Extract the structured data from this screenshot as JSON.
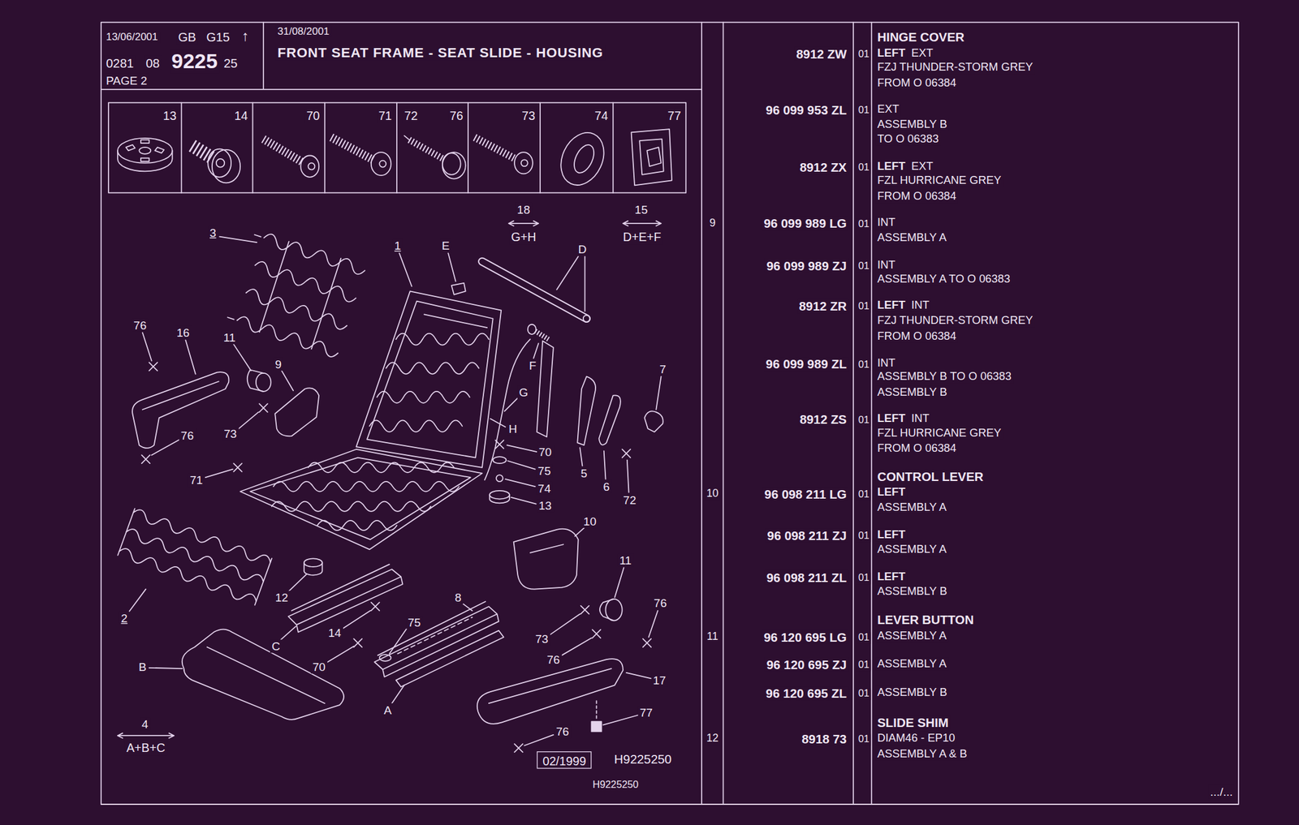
{
  "diagram": {
    "title": "FRONT SEAT FRAME - SEAT SLIDE - HOUSING",
    "nodes": [
      {
        "text": [
          "13/06/2001",
          "GB",
          "G15",
          "↑",
          "0281",
          "08",
          "9225",
          "25",
          "PAGE 2"
        ]
      },
      {
        "text": [
          "31/08/2001"
        ]
      },
      {
        "text": [
          "13"
        ]
      },
      {
        "text": [
          "14"
        ]
      },
      {
        "text": [
          "70"
        ]
      },
      {
        "text": [
          "71"
        ]
      },
      {
        "text": [
          "72",
          "76"
        ]
      },
      {
        "text": [
          "73"
        ]
      },
      {
        "text": [
          "74"
        ]
      },
      {
        "text": [
          "77"
        ]
      },
      {
        "text": [
          "02/1999"
        ]
      }
    ],
    "labels": [
      "18",
      "15",
      "G+H",
      "D+E+F",
      "3",
      "1",
      "E",
      "D",
      "76",
      "16",
      "11",
      "9",
      "F",
      "7",
      "G",
      "H",
      "73",
      "76",
      "70",
      "75",
      "5",
      "71",
      "6",
      "74",
      "72",
      "13",
      "10",
      "11",
      "12",
      "8",
      "76",
      "2",
      "75",
      "14",
      "73",
      "C",
      "76",
      "B",
      "70",
      "17",
      "A",
      "77",
      "4",
      "76",
      "A+B+C",
      "H9225250",
      "H9225250",
      "HINGE COVER",
      "8912 ZW",
      "01",
      "LEFT",
      "EXT",
      "FZJ THUNDER-STORM GREY",
      "FROM O 06384",
      "96 099 953 ZL",
      "01",
      "EXT",
      "ASSEMBLY B",
      "TO O 06383",
      "8912 ZX",
      "01",
      "LEFT",
      "EXT",
      "FZL HURRICANE GREY",
      "FROM O 06384",
      "9",
      "96 099 989 LG",
      "01",
      "INT",
      "ASSEMBLY A",
      "96 099 989 ZJ",
      "01",
      "INT",
      "ASSEMBLY A TO O 06383",
      "8912 ZR",
      "01",
      "LEFT",
      "INT",
      "FZJ THUNDER-STORM GREY",
      "FROM O 06384",
      "96 099 989 ZL",
      "01",
      "INT",
      "ASSEMBLY B TO O 06383",
      "ASSEMBLY B",
      "8912 ZS",
      "01",
      "LEFT",
      "INT",
      "FZL HURRICANE GREY",
      "FROM O 06384",
      "CONTROL LEVER",
      "10",
      "96 098 211 LG",
      "01",
      "LEFT",
      "ASSEMBLY A",
      "96 098 211 ZJ",
      "01",
      "LEFT",
      "ASSEMBLY A",
      "96 098 211 ZL",
      "01",
      "LEFT",
      "ASSEMBLY B",
      "LEVER BUTTON",
      "11",
      "96 120 695 LG",
      "01",
      "ASSEMBLY A",
      "96 120 695 ZJ",
      "01",
      "ASSEMBLY A",
      "96 120 695 ZL",
      "01",
      "ASSEMBLY B",
      "SLIDE SHIM",
      "12",
      "8918 73",
      "01",
      "DIAM46 - EP10",
      "ASSEMBLY A & B",
      ".../..."
    ]
  }
}
